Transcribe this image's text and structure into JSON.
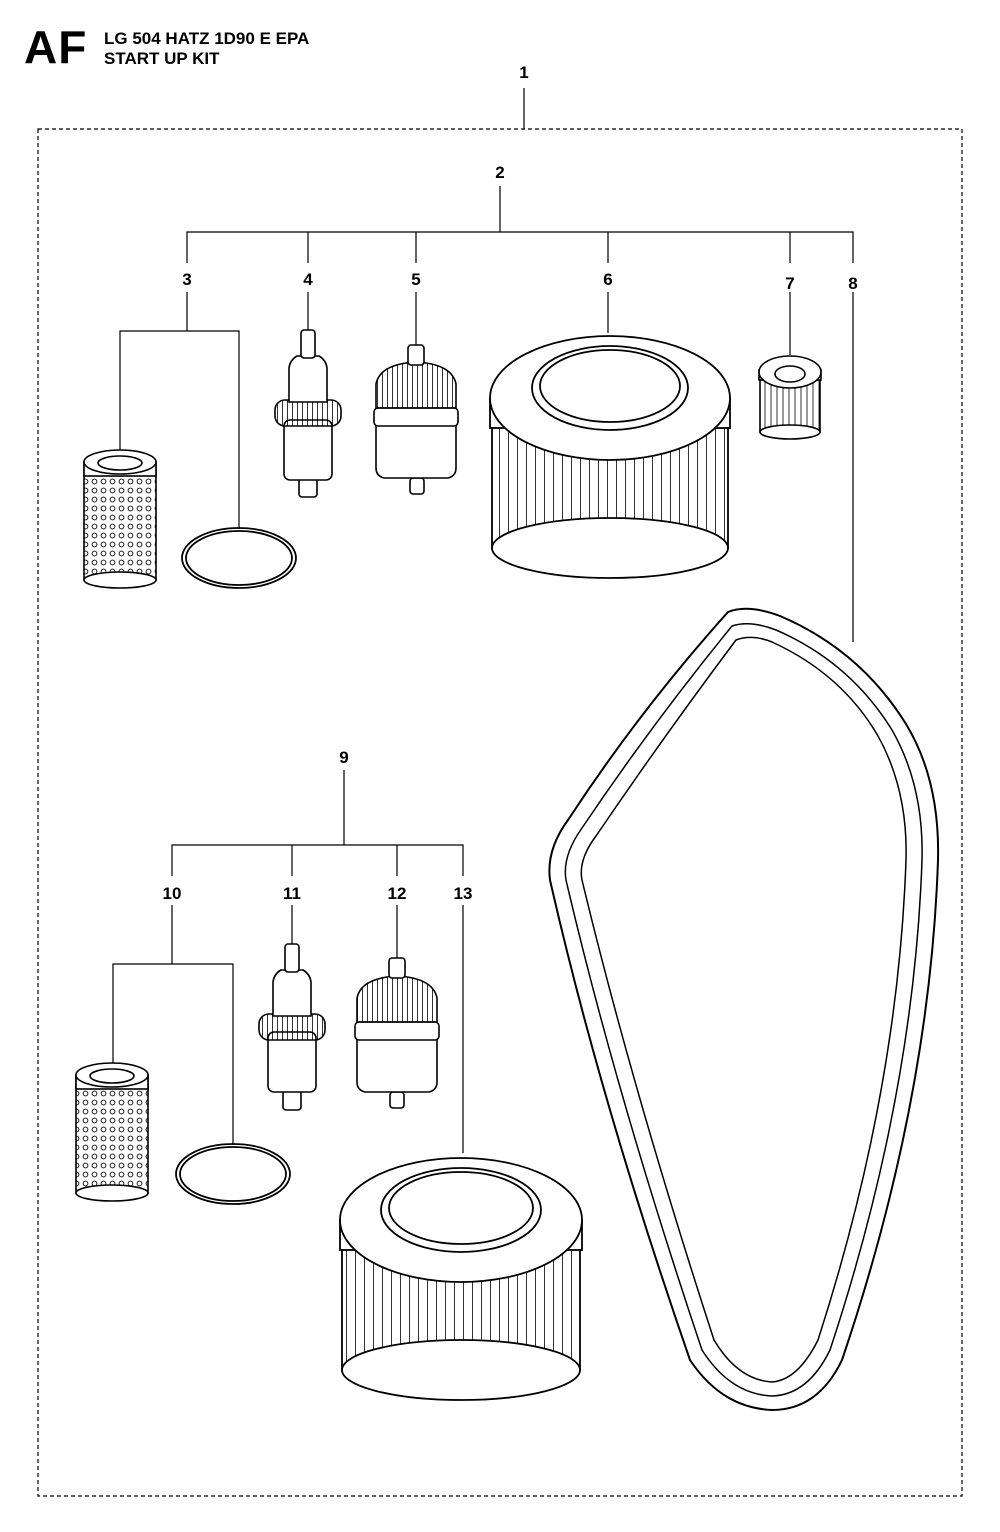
{
  "header": {
    "section_code": "AF",
    "model": "LG 504 HATZ 1D90 E EPA",
    "kit_name": "START UP KIT"
  },
  "callouts": {
    "c1": "1",
    "c2": "2",
    "c3": "3",
    "c4": "4",
    "c5": "5",
    "c6": "6",
    "c7": "7",
    "c8": "8",
    "c9": "9",
    "c10": "10",
    "c11": "11",
    "c12": "12",
    "c13": "13"
  },
  "colors": {
    "line": "#000000",
    "background": "#ffffff"
  }
}
